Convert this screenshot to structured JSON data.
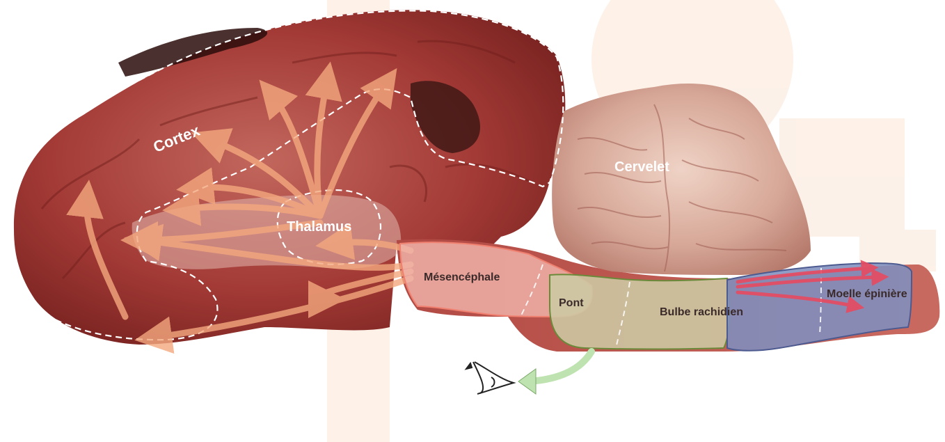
{
  "labels": {
    "cortex": "Cortex",
    "thalamus": "Thalamus",
    "cervelet": "Cervelet",
    "mesencephale": "Mésencéphale",
    "pont": "Pont",
    "bulbe": "Bulbe rachidien",
    "moelle": "Moelle épinière"
  },
  "colors": {
    "label_light": "#ffffff",
    "label_dark": "#3a2a2a",
    "tissue_dark": "#6e1d1b",
    "tissue_mid": "#a33a36",
    "tissue_light": "#d8a69a",
    "cerebellum": "#cf9f8e",
    "thalamic_arrows": "#f4a87e",
    "mesencephale_fill": "#f3b7ad",
    "pont_bulbe_fill": "#cdc9a4",
    "moelle_fill": "#7f8fbf",
    "spinal_arrows": "#e84a5f",
    "output_arrow": "#bfe3b0",
    "background_watermark": "#fbe6d6"
  },
  "icons": [
    "eye-icon"
  ]
}
